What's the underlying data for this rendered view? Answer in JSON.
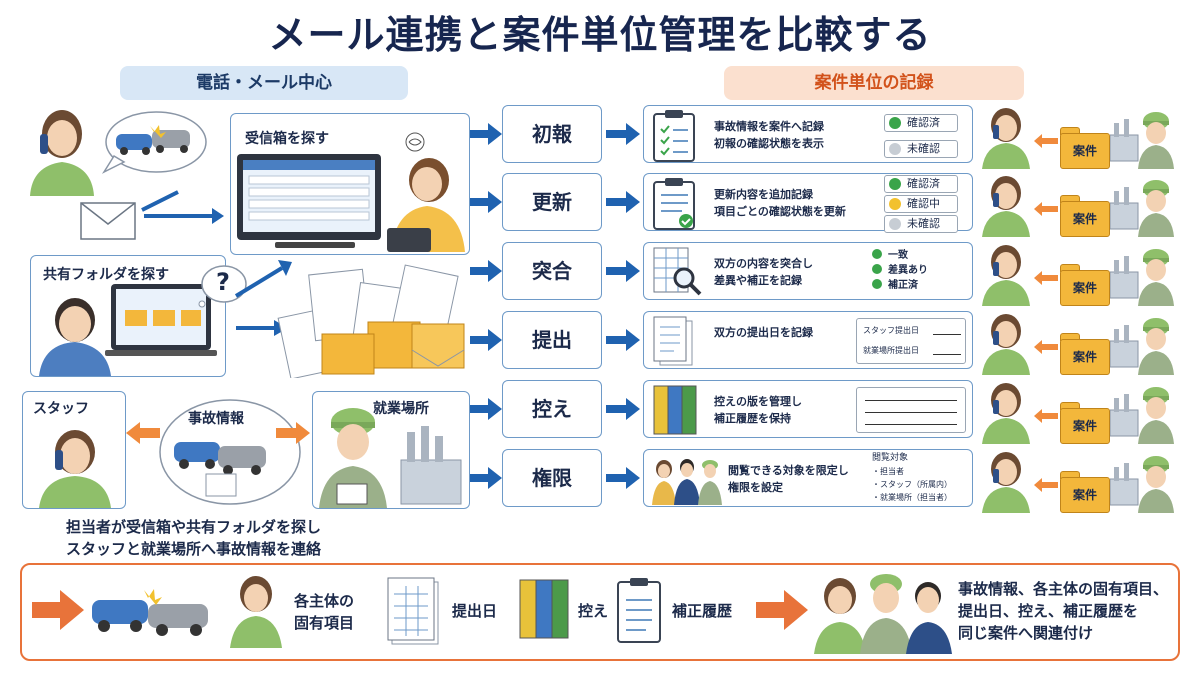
{
  "title": "メール連携と案件単位管理を比較する",
  "left_header": "電話・メール中心",
  "right_header": "案件単位の記録",
  "left": {
    "inbox_label": "受信箱を探す",
    "shared_folder_label": "共有フォルダを探す",
    "question_mark": "?",
    "staff_label": "スタッフ",
    "accident_label": "事故情報",
    "workplace_label": "就業場所",
    "caption_line1": "担当者が受信箱や共有フォルダを探し",
    "caption_line2": "スタッフと就業場所へ事故情報を連絡"
  },
  "steps": [
    {
      "label": "初報",
      "text_line1": "事故情報を案件へ記録",
      "text_line2": "初報の確認状態を表示",
      "statuses": [
        {
          "label": "確認済",
          "color": "#3aa44a"
        },
        {
          "label": "未確認",
          "color": "#c7cdd4"
        }
      ]
    },
    {
      "label": "更新",
      "text_line1": "更新内容を追加記録",
      "text_line2": "項目ごとの確認状態を更新",
      "statuses": [
        {
          "label": "確認済",
          "color": "#3aa44a"
        },
        {
          "label": "確認中",
          "color": "#f2c12e"
        },
        {
          "label": "未確認",
          "color": "#c7cdd4"
        }
      ]
    },
    {
      "label": "突合",
      "text_line1": "双方の内容を突合し",
      "text_line2": "差異や補正を記録",
      "checks": [
        "一致",
        "差異あり",
        "補正済"
      ]
    },
    {
      "label": "提出",
      "text_line1": "双方の提出日を記録",
      "text_line2": "",
      "fields": [
        "スタッフ提出日",
        "就業場所提出日"
      ]
    },
    {
      "label": "控え",
      "text_line1": "控えの版を管理し",
      "text_line2": "補正履歴を保持"
    },
    {
      "label": "権限",
      "text_line1": "閲覧できる対象を限定し",
      "text_line2": "権限を設定",
      "access_title": "閲覧対象",
      "access_items": [
        "・担当者",
        "・スタッフ（所属内）",
        "・就業場所（担当者）"
      ]
    }
  ],
  "case_folder_label": "案件",
  "bottom": {
    "item1_line1": "各主体の",
    "item1_line2": "固有項目",
    "item2": "提出日",
    "item3": "控え",
    "item4": "補正履歴",
    "summary_line1": "事故情報、各主体の固有項目、",
    "summary_line2": "提出日、控え、補正履歴を",
    "summary_line3": "同じ案件へ関連付け"
  },
  "colors": {
    "accent_blue": "#1f62b0",
    "accent_orange": "#e8733a",
    "check_green": "#3aa44a",
    "pending_yellow": "#f2c12e",
    "folder_yellow": "#f3b73b"
  }
}
